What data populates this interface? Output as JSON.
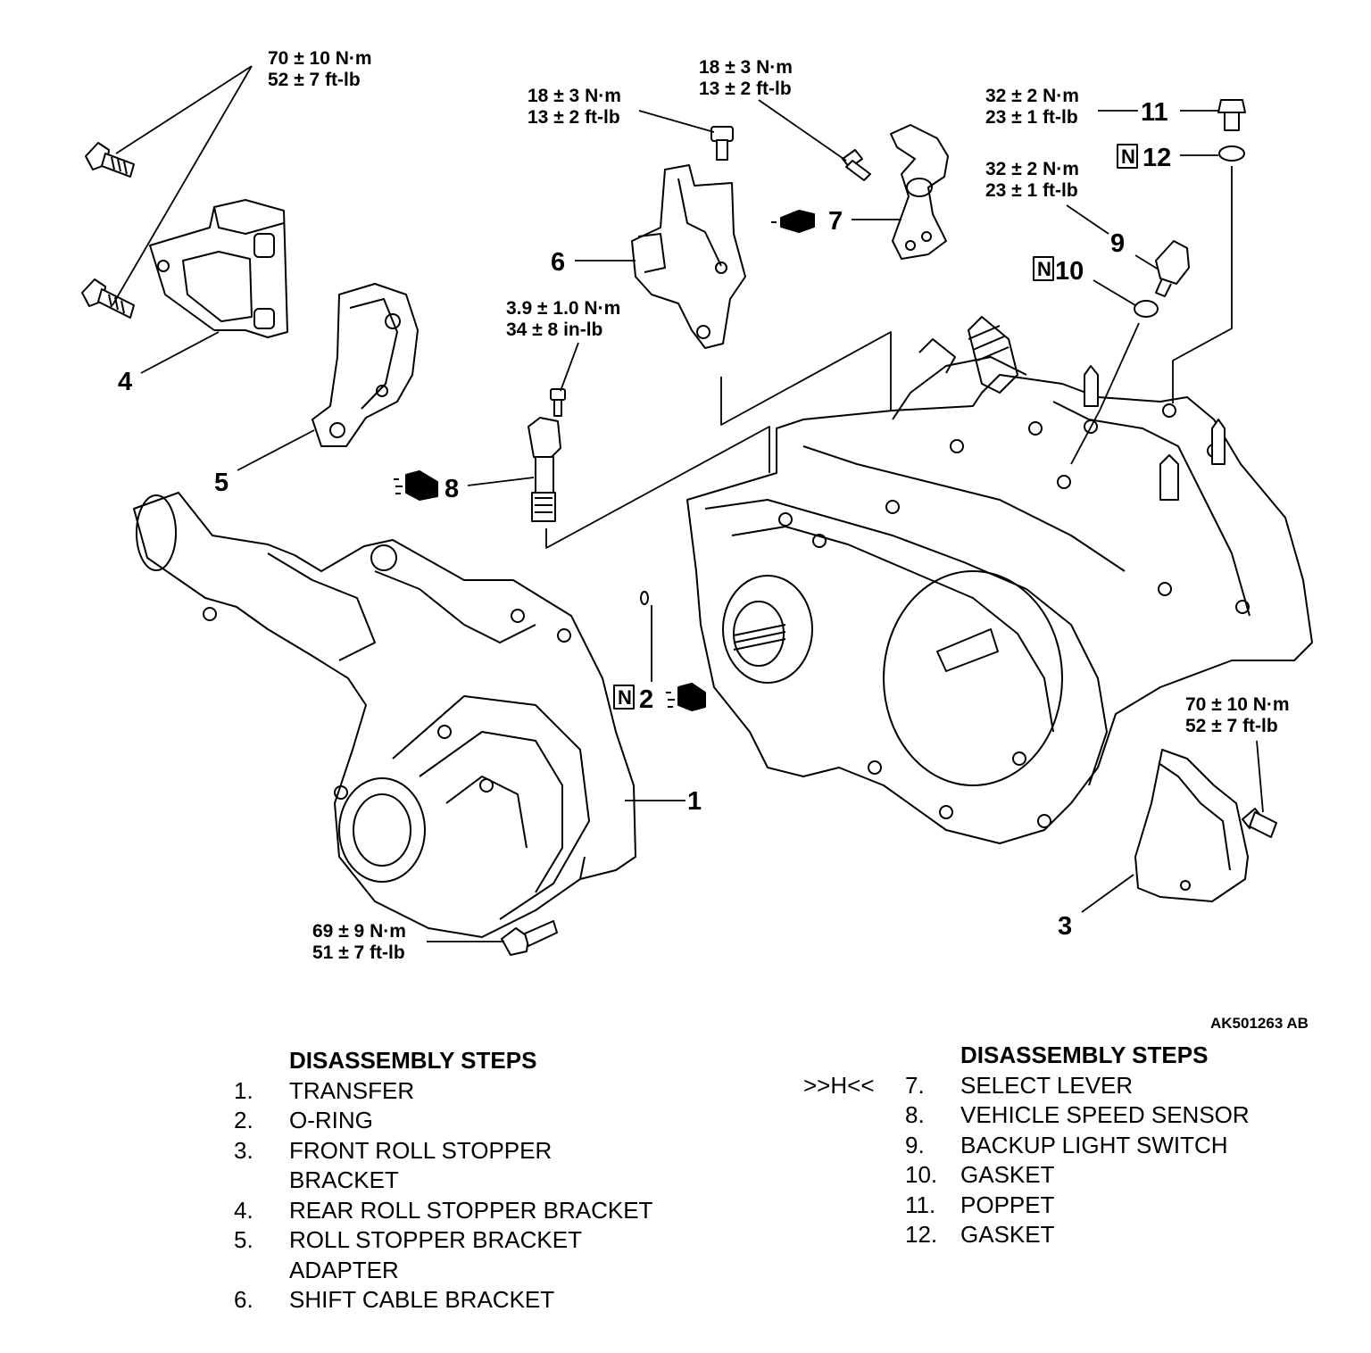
{
  "figure_code": "AK501263 AB",
  "torques": {
    "t70_top": [
      "70 ± 10 N·m",
      "52 ± 7 ft-lb"
    ],
    "t18_a": [
      "18 ± 3 N·m",
      "13 ± 2 ft-lb"
    ],
    "t18_b": [
      "18 ± 3 N·m",
      "13 ± 2 ft-lb"
    ],
    "t32_a": [
      "32 ± 2 N·m",
      "23 ± 1 ft-lb"
    ],
    "t32_b": [
      "32 ± 2 N·m",
      "23 ± 1 ft-lb"
    ],
    "t39": [
      "3.9 ± 1.0 N·m",
      "34 ± 8 in-lb"
    ],
    "t70_right": [
      "70 ± 10 N·m",
      "52 ± 7 ft-lb"
    ],
    "t69": [
      "69 ± 9 N·m",
      "51 ± 7 ft-lb"
    ]
  },
  "callouts": {
    "c1": "1",
    "c2": "2",
    "c3": "3",
    "c4": "4",
    "c5": "5",
    "c6": "6",
    "c7": "7",
    "c8": "8",
    "c9": "9",
    "c10": "10",
    "c11": "11",
    "c12": "12"
  },
  "new_part_mark": "N",
  "steps_left": {
    "heading": "DISASSEMBLY STEPS",
    "items": [
      {
        "n": "1.",
        "text": "TRANSFER"
      },
      {
        "n": "2.",
        "text": "O-RING"
      },
      {
        "n": "3.",
        "text": "FRONT ROLL STOPPER"
      },
      {
        "n": "",
        "text": "BRACKET"
      },
      {
        "n": "4.",
        "text": "REAR ROLL STOPPER BRACKET"
      },
      {
        "n": "5.",
        "text": "ROLL STOPPER BRACKET"
      },
      {
        "n": "",
        "text": "ADAPTER"
      },
      {
        "n": "6.",
        "text": "SHIFT CABLE BRACKET"
      }
    ]
  },
  "steps_right": {
    "heading": "DISASSEMBLY STEPS",
    "marker": ">>H<<",
    "items": [
      {
        "n": "7.",
        "text": "SELECT LEVER"
      },
      {
        "n": "8.",
        "text": "VEHICLE SPEED SENSOR"
      },
      {
        "n": "9.",
        "text": "BACKUP LIGHT SWITCH"
      },
      {
        "n": "10.",
        "text": "GASKET"
      },
      {
        "n": "11.",
        "text": "POPPET"
      },
      {
        "n": "12.",
        "text": "GASKET"
      }
    ]
  }
}
